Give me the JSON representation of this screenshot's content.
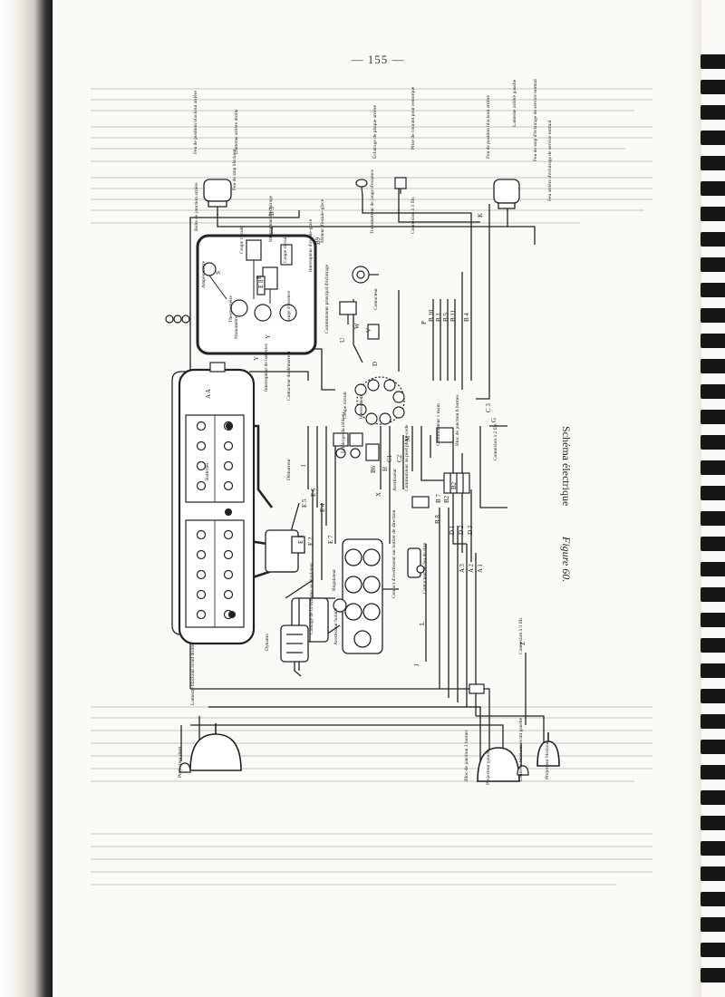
{
  "page": {
    "number": "— 155 —",
    "figure_title": "Figure 60.",
    "figure_caption": "Schéma électrique"
  },
  "labels": {
    "lanterne_arriere_droite": "Lanterne arrière droite",
    "feu_position_blackout_arriere": "Feu de position blackout arrière",
    "feu_stop_blackout": "Feu de stop blackout",
    "eclairage_plaque": "Éclairage de plaque arrière",
    "prise_courant_remorque": "Prise de courant pour remorque",
    "feu_position_blackout_arriere_2": "Feu de position blackout arrière",
    "lanterne_arriere_gauche": "Lanterne arrière gauche",
    "feu_stop_eclairage_normal": "Feu de stop d'éclairage de service normal",
    "feu_arriere_eclairage_normal": "Feu arrière d'éclairage de service normal",
    "boite_jonction_arriere": "Boîte de jonction arrière",
    "moteur_essuie_glace": "Moteur d'essuie-glace",
    "transmetteur_jauge": "Transmetteur de jauge d'essence",
    "connexion_3_fils_top": "Connexion à 3 fils",
    "interrupteur_essuie_glace": "Interrupteur d'essuie-glace",
    "contacteur": "Contacteur",
    "amperemetre": "Ampèremètre",
    "coupe_circuit": "Coupe circuit",
    "interrupteur_eclairage": "Interrupteur d'éclairage",
    "coupe_circuit_2": "Coupe circuit",
    "thermometre": "Thermomètre",
    "manometre": "Manomètre",
    "jauge_essence": "Jauge d'essence",
    "commutateur_principal": "Commutateur principal d'éclairage",
    "interrupteur_batteries": "Interrupteur de batteries",
    "contacteur_demarreur": "Contacteur du démarreur",
    "coupe_circuit_3": "Coupe circuit",
    "interrupteur": "Interrupteur",
    "commutateur_1_main": "Commutateur 1 main",
    "bloc_jonction_6_bornes": "Bloc de jonction 6 bornes",
    "connexion_2_fils": "Connexion à 2 fils",
    "demarreur": "Démarreur",
    "batteries": "Batteries",
    "eclairage_tableau": "Éclairage du tableau",
    "avertisseur": "Avertisseur",
    "commutateur_pied": "Commutateur au pied phare-code",
    "regulateur": "Régulateur",
    "contact_avertisseur": "Contact d'avertisseur sur boîtier de direction",
    "contacteur_feu_stop": "Contacteur de feu de stop",
    "dynamo": "Dynamo",
    "cablage_dynamo": "Cablage de la dynamo au régulateur",
    "avertisseur_bobine": "Avertisseur bobiné",
    "connexion_3_fils_bottom": "Connexion à 3 fils",
    "lanterne_blackout_avant_droite": "Lanterne blackout avant droite",
    "projecteur_droit": "Projecteur droit",
    "bloc_jonction_3_bornes": "Bloc de jonction 3 bornes",
    "projecteur_gauche": "Projecteur gauche",
    "lanterne_blackout_avant_gauche": "Lanterne blackout avant gauche",
    "projecteur_blackout": "Projecteur blackout"
  },
  "wire_codes": {
    "b3": "B 3",
    "k": "K",
    "b9": "B9",
    "p": "P",
    "b10": "B 10",
    "b1": "B 1",
    "b5": "B 5",
    "b11": "B 11",
    "b4": "B 4",
    "c3": "C 3",
    "g": "G",
    "c1": "C1",
    "c2": "C2",
    "m": "M",
    "h": "H",
    "b6": "B6",
    "b2a": "B2",
    "b7": "B 7",
    "b2b": "B2",
    "b8": "B 8",
    "d1": "D 1",
    "d2": "D 2",
    "d3": "D 3",
    "e6": "E 6",
    "e5": "E 5",
    "e4": "E 4",
    "e3": "E 3",
    "e2": "E 2",
    "e7": "E 7",
    "a3": "A 3",
    "a2": "A 2",
    "a1": "A 1",
    "x": "X",
    "z": "Z",
    "aa": "A A",
    "l": "L",
    "j": "J",
    "i": "I",
    "u": "U",
    "w": "W",
    "v": "V",
    "s": "S",
    "r": "R",
    "y": "Y",
    "e8": "E 8",
    "d": "D",
    "y2": "Y"
  }
}
